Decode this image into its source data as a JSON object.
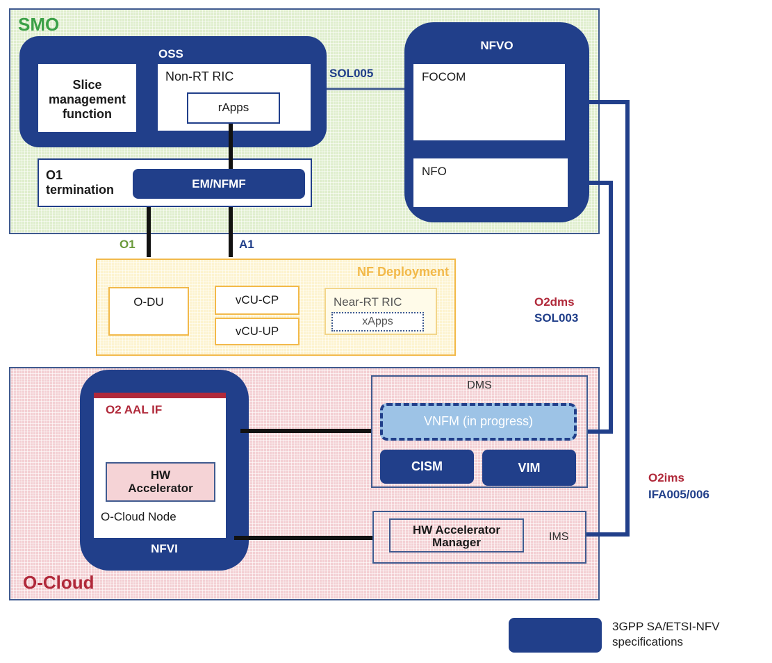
{
  "smo": {
    "title": "SMO"
  },
  "oss": {
    "title": "OSS",
    "slice_management": [
      "Slice",
      "management",
      "function"
    ],
    "non_rt_ric": "Non-RT RIC",
    "rapps": "rApps"
  },
  "o1_term": {
    "label": [
      "O1",
      "termination"
    ],
    "em_nfmf": "EM/NFMF"
  },
  "nfvo": {
    "title": "NFVO",
    "focom": "FOCOM",
    "nfo": "NFO"
  },
  "interfaces": {
    "sol005": "SOL005",
    "o1": "O1",
    "a1": "A1",
    "o2dms": "O2dms",
    "sol003": "SOL003",
    "o2ims": "O2ims",
    "ifa": "IFA005/006"
  },
  "nf_deployment": {
    "title": "NF Deployment",
    "odu": "O-DU",
    "vcu_cp": "vCU-CP",
    "vcu_up": "vCU-UP",
    "near_rt_ric": "Near-RT RIC",
    "xapps": "xApps"
  },
  "ocloud": {
    "title": "O-Cloud",
    "o2_aal_if": "O2 AAL IF",
    "hw_accel": [
      "HW",
      "Accelerator"
    ],
    "ocloud_node": "O-Cloud Node",
    "nfvi": "NFVI",
    "dms": "DMS",
    "vnfm": "VNFM (in progress)",
    "cism": "CISM",
    "vim": "VIM",
    "hw_accel_mgr": [
      "HW Accelerator",
      "Manager"
    ],
    "ims": "IMS"
  },
  "legend": {
    "label": [
      "3GPP SA/ETSI-NFV",
      "specifications"
    ]
  },
  "colors": {
    "spec_blue": "#213f8a",
    "smo_green": "#3aa047",
    "ocloud_red": "#b0293a",
    "nf_orange": "#f2b94a",
    "vnfm_light": "#9dc3e6"
  }
}
